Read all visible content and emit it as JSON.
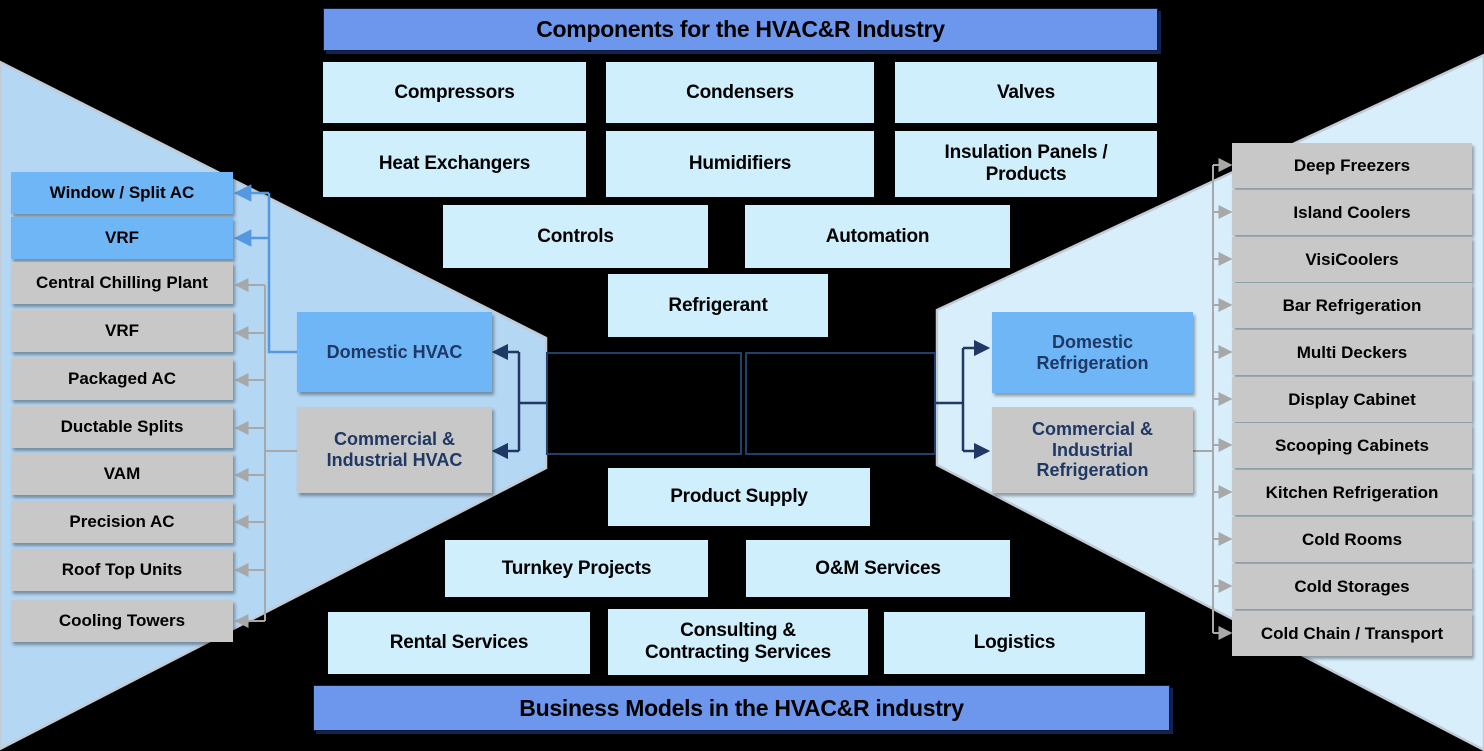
{
  "titles": {
    "top": "Components for the HVAC&R Industry",
    "bottom": "Business Models in the HVAC&R industry"
  },
  "colors": {
    "header_blue": "#6D97EC",
    "component_cyan": "#CFEFFC",
    "highlight_sky_blue": "#6FB6F7",
    "item_gray": "#C8C8C8",
    "navy_connector": "#1F3864",
    "gray_connector": "#A8A8A8",
    "blue_connector": "#5597E0",
    "left_funnel_fill": "#B4D7F4",
    "right_funnel_fill": "#D8EEFA",
    "background": "#000000"
  },
  "components": [
    {
      "label": "Compressors"
    },
    {
      "label": "Condensers"
    },
    {
      "label": "Valves"
    },
    {
      "label": "Heat Exchangers"
    },
    {
      "label": "Humidifiers"
    },
    {
      "label": "Insulation Panels / Products"
    },
    {
      "label": "Controls"
    },
    {
      "label": "Automation"
    },
    {
      "label": "Refrigerant"
    }
  ],
  "business_models": [
    {
      "label": "Product Supply"
    },
    {
      "label": "Turnkey Projects"
    },
    {
      "label": "O&M Services"
    },
    {
      "label": "Rental Services"
    },
    {
      "label": "Consulting & Contracting Services"
    },
    {
      "label": "Logistics"
    }
  ],
  "left_panel": {
    "categories": [
      {
        "label": "Domestic HVAC",
        "highlight": true
      },
      {
        "label": "Commercial & Industrial HVAC",
        "highlight": false
      }
    ],
    "items": [
      {
        "label": "Window / Split AC",
        "highlight": true
      },
      {
        "label": "VRF",
        "highlight": true
      },
      {
        "label": "Central Chilling Plant",
        "highlight": false
      },
      {
        "label": "VRF",
        "highlight": false
      },
      {
        "label": "Packaged AC",
        "highlight": false
      },
      {
        "label": "Ductable Splits",
        "highlight": false
      },
      {
        "label": "VAM",
        "highlight": false
      },
      {
        "label": "Precision AC",
        "highlight": false
      },
      {
        "label": "Roof Top Units",
        "highlight": false
      },
      {
        "label": "Cooling Towers",
        "highlight": false
      }
    ]
  },
  "right_panel": {
    "categories": [
      {
        "label": "Domestic Refrigeration",
        "highlight": true
      },
      {
        "label": "Commercial & Industrial Refrigeration",
        "highlight": false
      }
    ],
    "items": [
      {
        "label": "Deep Freezers"
      },
      {
        "label": "Island Coolers"
      },
      {
        "label": "VisiCoolers"
      },
      {
        "label": "Bar Refrigeration"
      },
      {
        "label": "Multi Deckers"
      },
      {
        "label": "Display Cabinet"
      },
      {
        "label": "Scooping Cabinets"
      },
      {
        "label": "Kitchen Refrigeration"
      },
      {
        "label": "Cold Rooms"
      },
      {
        "label": "Cold Storages"
      },
      {
        "label": "Cold Chain / Transport"
      }
    ]
  }
}
